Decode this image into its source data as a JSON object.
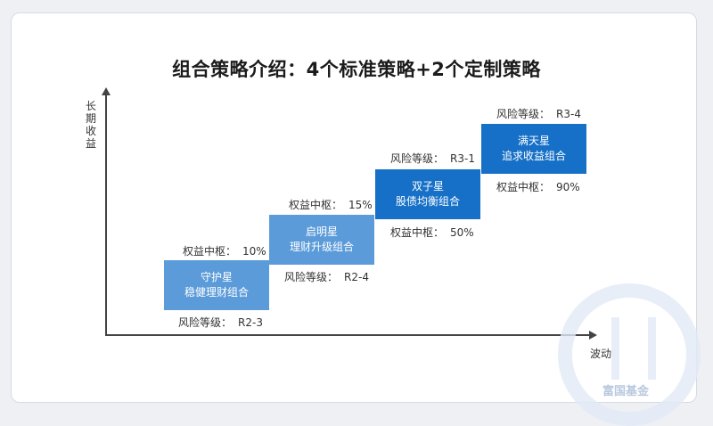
{
  "title": "组合策略介绍：4个标准策略+2个定制策略",
  "axes": {
    "y_label": "长期收益",
    "x_label": "波动"
  },
  "strategies": [
    {
      "name": "守护星",
      "desc": "稳健理财组合",
      "return_label": "权益中枢",
      "return_value": "10%",
      "risk_label": "风险等级",
      "risk_value": "R2-3"
    },
    {
      "name": "启明星",
      "desc": "理财升级组合",
      "return_label": "权益中枢",
      "return_value": "15%",
      "risk_label": "风险等级",
      "risk_value": "R2-4"
    },
    {
      "name": "双子星",
      "desc": "股债均衡组合",
      "return_label": "权益中枢",
      "return_value": "50%",
      "risk_label": "风险等级",
      "risk_value": "R3-1"
    },
    {
      "name": "满天星",
      "desc": "追求收益组合",
      "return_label": "权益中枢",
      "return_value": "90%",
      "risk_label": "风险等级",
      "risk_value": "R3-4"
    }
  ],
  "colors": {
    "light_box": "#5b9bd9",
    "dark_box": "#1670c7",
    "axis": "#444444"
  },
  "watermark": {
    "text": "富国基金"
  }
}
